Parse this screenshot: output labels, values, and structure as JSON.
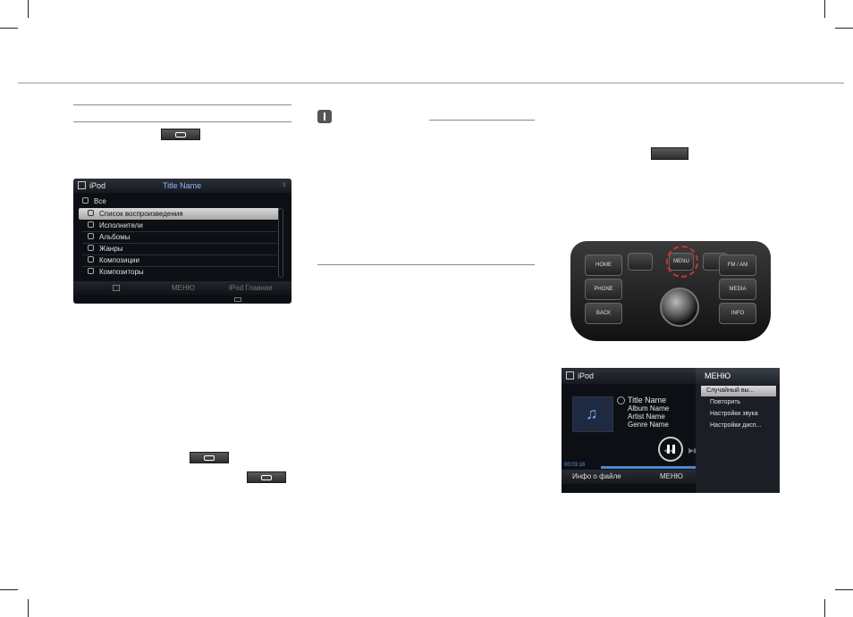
{
  "left_column": {
    "ipod_screen": {
      "app": "iPod",
      "title": "Title Name",
      "count": "3",
      "folder": "Все",
      "items": [
        "Список воспроизведения",
        "Исполнители",
        "Альбомы",
        "Жанры",
        "Композиции",
        "Композиторы"
      ],
      "footer": [
        "МЕНЮ",
        "iPod Главная"
      ]
    }
  },
  "right_column": {
    "panel": {
      "left_buttons": [
        "HOME",
        "PHONE",
        "BACK"
      ],
      "right_buttons": [
        "FM / AM",
        "MEDIA",
        "INFO"
      ],
      "menu_label": "MENU"
    },
    "player_screen": {
      "app": "iPod",
      "track": [
        "Title Name",
        "Album Name",
        "Artist Name",
        "Genre Name"
      ],
      "time": "00:03:16",
      "footer": [
        "Инфо о файле",
        "МЕНЮ"
      ],
      "menu_title": "МЕНЮ",
      "menu_items": [
        "Случайный вы...",
        "Повторить",
        "Настройки звука",
        "Настройки дисп..."
      ]
    }
  }
}
